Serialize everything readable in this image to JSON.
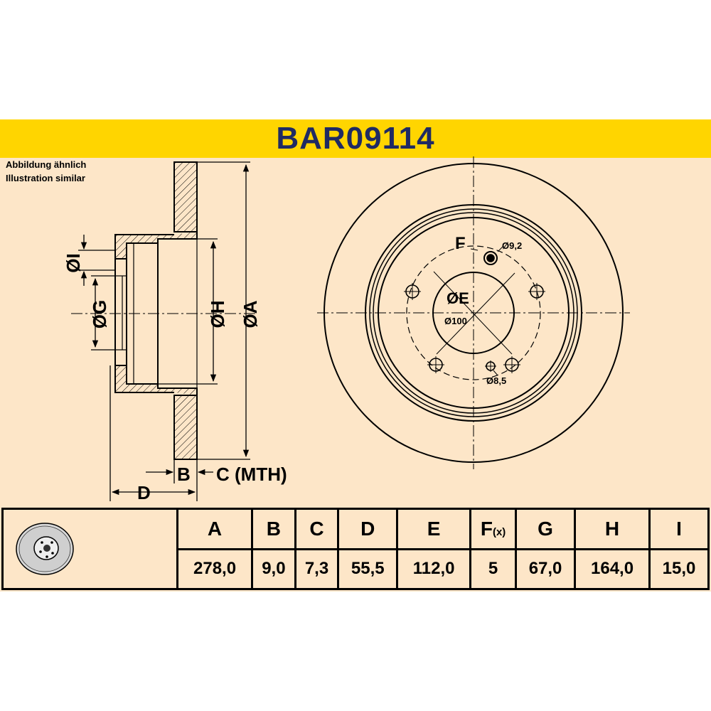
{
  "title": "BAR09114",
  "notes": {
    "line1": "Abbildung ähnlich",
    "line2": "Illustration similar"
  },
  "side_view_labels": {
    "i": "ØI",
    "g": "ØG",
    "h": "ØH",
    "a": "ØA",
    "b": "B",
    "c": "C (MTH)",
    "d": "D"
  },
  "front_view_labels": {
    "f": "F",
    "e": "ØE",
    "pcd": "Ø100",
    "hole_large": "Ø9,2",
    "hole_small": "Ø8,5"
  },
  "table": {
    "headers": [
      "A",
      "B",
      "C",
      "D",
      "E",
      "F",
      "G",
      "H",
      "I"
    ],
    "f_suffix": "(x)",
    "values": [
      "278,0",
      "9,0",
      "7,3",
      "55,5",
      "112,0",
      "5",
      "67,0",
      "164,0",
      "15,0"
    ]
  },
  "colors": {
    "background": "#fde6c8",
    "banner": "#ffd500",
    "title": "#1f2a63"
  }
}
